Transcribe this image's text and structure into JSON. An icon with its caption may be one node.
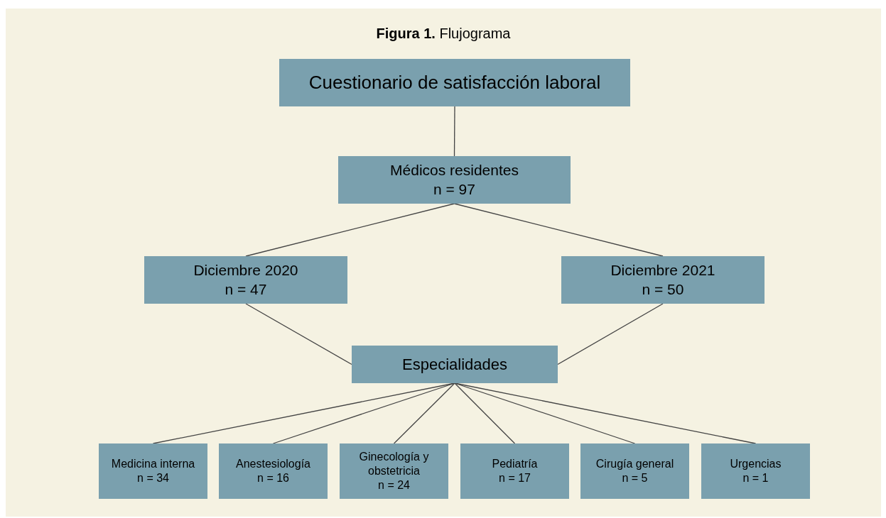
{
  "diagram": {
    "title": "**Figura 1.** Flujograma",
    "nodes": [
      {
        "text": [
          "Cuestionario de satisfacción laboral"
        ]
      },
      {
        "text": [
          "Médicos residentes",
          "n = 97"
        ]
      },
      {
        "text": [
          "Diciembre 2020",
          "n = 47"
        ]
      },
      {
        "text": [
          "Diciembre 2021",
          "n = 50"
        ]
      },
      {
        "text": [
          "Especialidades"
        ]
      },
      {
        "text": [
          "Medicina interna",
          "n = 34"
        ]
      },
      {
        "text": [
          "Anestesiología",
          "n = 16"
        ]
      },
      {
        "text": [
          "Ginecología y obstetricia",
          "n = 24"
        ]
      },
      {
        "text": [
          "Pediatría",
          "n = 17"
        ]
      },
      {
        "text": [
          "Cirugía general",
          "n = 5"
        ]
      },
      {
        "text": [
          "Urgencias",
          "n = 1"
        ]
      }
    ],
    "edges": [
      {
        "from": 0,
        "to": 1,
        "arrow": "none"
      },
      {
        "from": 1,
        "to": 2,
        "arrow": "none"
      },
      {
        "from": 1,
        "to": 3,
        "arrow": "none"
      },
      {
        "from": 2,
        "to": 4,
        "arrow": "none"
      },
      {
        "from": 3,
        "to": 4,
        "arrow": "none"
      },
      {
        "from": 4,
        "to": 5,
        "arrow": "none"
      },
      {
        "from": 4,
        "to": 6,
        "arrow": "none"
      },
      {
        "from": 4,
        "to": 7,
        "arrow": "none"
      },
      {
        "from": 4,
        "to": 8,
        "arrow": "none"
      },
      {
        "from": 4,
        "to": 9,
        "arrow": "none"
      },
      {
        "from": 4,
        "to": 10,
        "arrow": "none"
      }
    ]
  }
}
